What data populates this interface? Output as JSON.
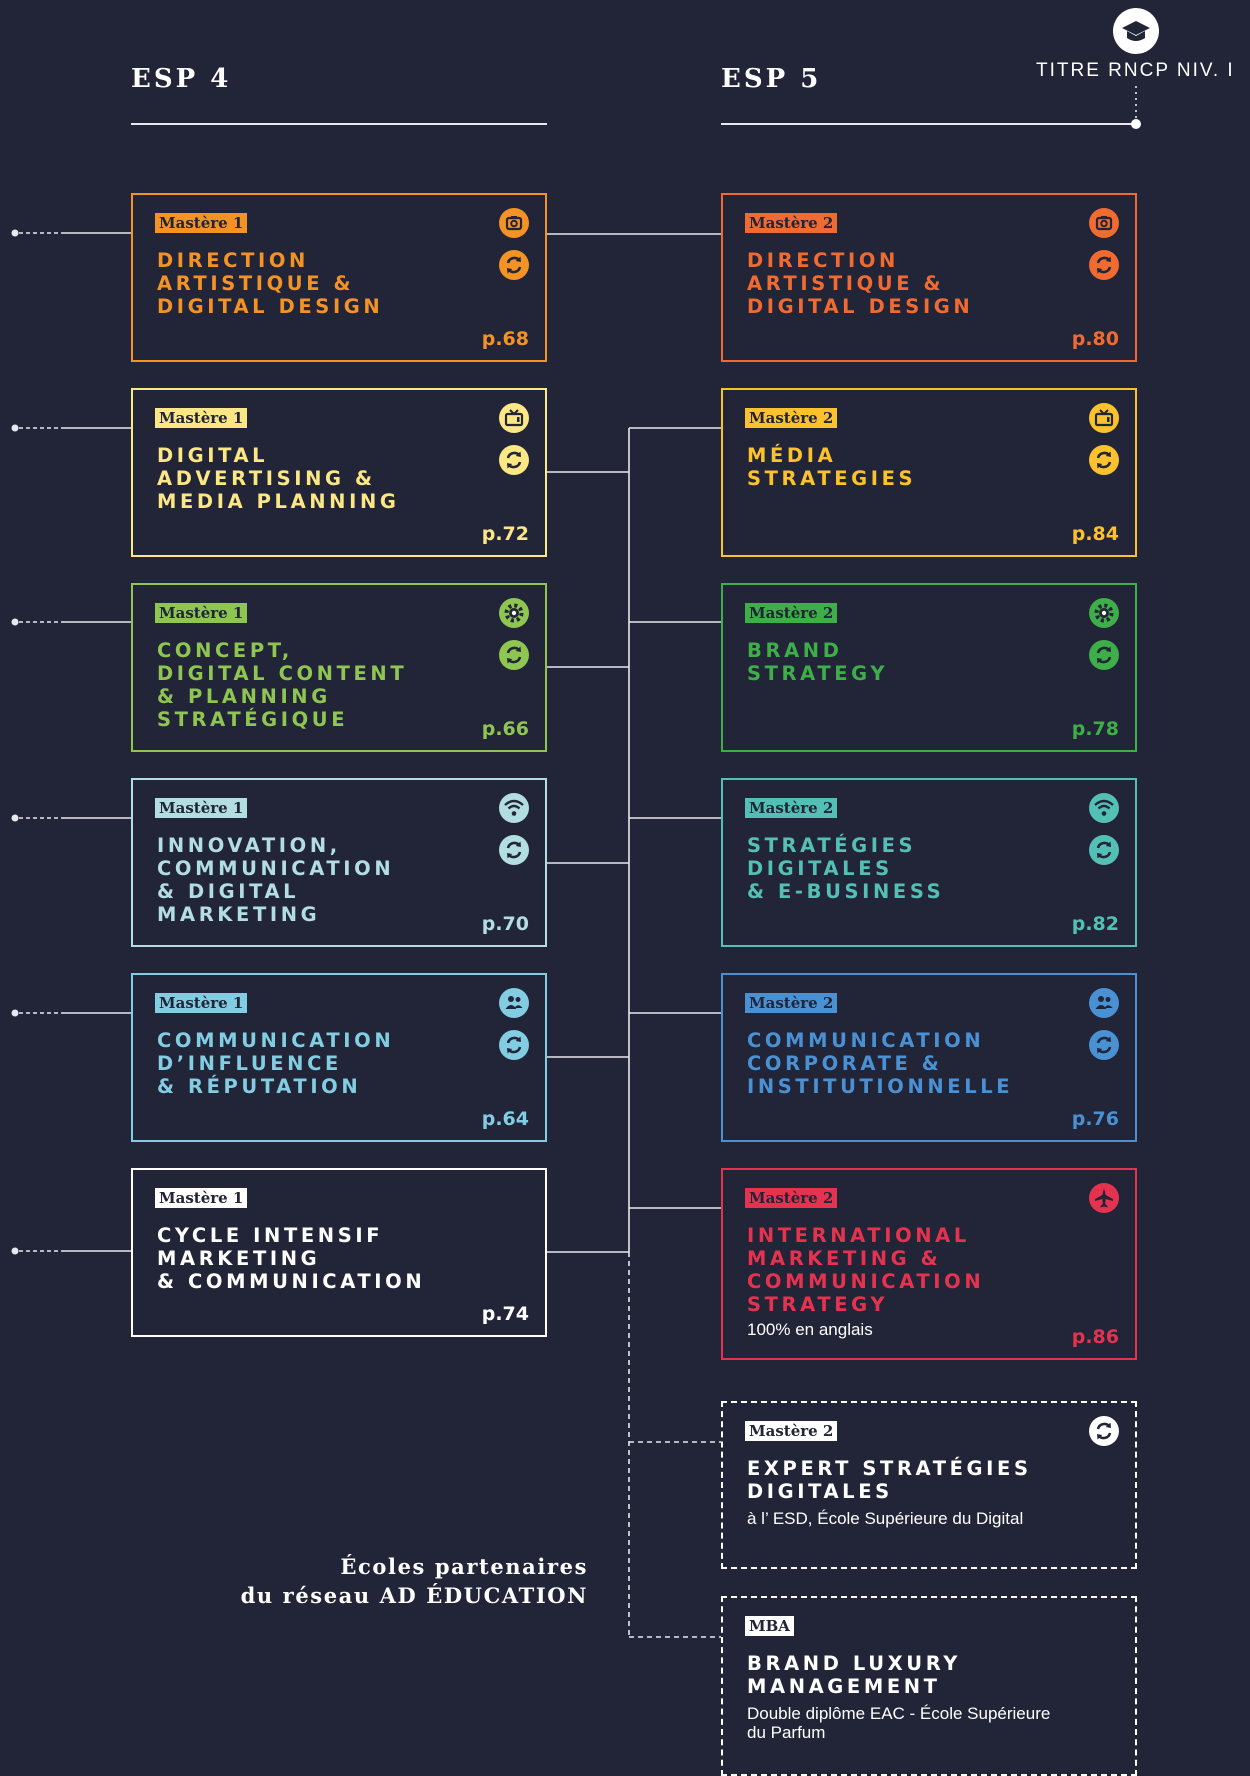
{
  "header": {
    "esp4_title": "ESP 4",
    "esp5_title": "ESP 5",
    "titre_rncp": "TITRE RNCP NIV. I"
  },
  "esp4": [
    {
      "badge": "Mastère 1",
      "title": "DIRECTION\nARTISTIQUE &\nDIGITAL DESIGN",
      "page": "p.68",
      "color": "#f39325",
      "icon": "camera-icon"
    },
    {
      "badge": "Mastère 1",
      "title": "DIGITAL\nADVERTISING &\nMEDIA PLANNING",
      "page": "p.72",
      "color": "#fbe784",
      "icon": "tv-icon"
    },
    {
      "badge": "Mastère 1",
      "title": "CONCEPT,\nDIGITAL CONTENT\n& PLANNING\nSTRATÉGIQUE",
      "page": "p.66",
      "color": "#8fc651",
      "icon": "gear-icon"
    },
    {
      "badge": "Mastère 1",
      "title": "INNOVATION,\nCOMMUNICATION\n& DIGITAL\nMARKETING",
      "page": "p.70",
      "color": "#b2dde1",
      "icon": "wifi-icon"
    },
    {
      "badge": "Mastère 1",
      "title": "COMMUNICATION\nD’INFLUENCE\n& RÉPUTATION",
      "page": "p.64",
      "color": "#82cde2",
      "icon": "people-icon"
    },
    {
      "badge": "Mastère 1",
      "title": "CYCLE INTENSIF\nMARKETING\n& COMMUNICATION",
      "page": "p.74",
      "color": "#ffffff",
      "icon": ""
    }
  ],
  "esp5": [
    {
      "badge": "Mastère 2",
      "title": "DIRECTION\nARTISTIQUE &\nDIGITAL DESIGN",
      "page": "p.80",
      "color": "#f06b32",
      "icon": "camera-icon"
    },
    {
      "badge": "Mastère 2",
      "title": "MÉDIA\nSTRATEGIES",
      "page": "p.84",
      "color": "#fcc22e",
      "icon": "tv-icon"
    },
    {
      "badge": "Mastère 2",
      "title": "BRAND\nSTRATEGY",
      "page": "p.78",
      "color": "#3eae49",
      "icon": "gear-icon"
    },
    {
      "badge": "Mastère 2",
      "title": "STRATÉGIES\nDIGITALES\n& E-BUSINESS",
      "page": "p.82",
      "color": "#54c0b5",
      "icon": "wifi-icon"
    },
    {
      "badge": "Mastère 2",
      "title": "COMMUNICATION\nCORPORATE &\nINSTITUTIONNELLE",
      "page": "p.76",
      "color": "#4a91d4",
      "icon": "people-icon"
    },
    {
      "badge": "Mastère 2",
      "title": "INTERNATIONAL\nMARKETING &\nCOMMUNICATION\nSTRATEGY",
      "page": "p.86",
      "subtitle": "100% en anglais",
      "color": "#e5334f",
      "icon": "plane-icon"
    }
  ],
  "partners_cards": [
    {
      "badge": "Mastère 2",
      "title": "EXPERT STRATÉGIES\nDIGITALES",
      "subtitle": "à l’ ESD, École Supérieure du Digital"
    },
    {
      "badge": "MBA",
      "title": "BRAND LUXURY\nMANAGEMENT",
      "subtitle": "Double diplôme EAC - École Supérieure\ndu Parfum"
    }
  ],
  "partners_label": {
    "line1": "Écoles partenaires",
    "line2": "du réseau AD ÉDUCATION"
  }
}
